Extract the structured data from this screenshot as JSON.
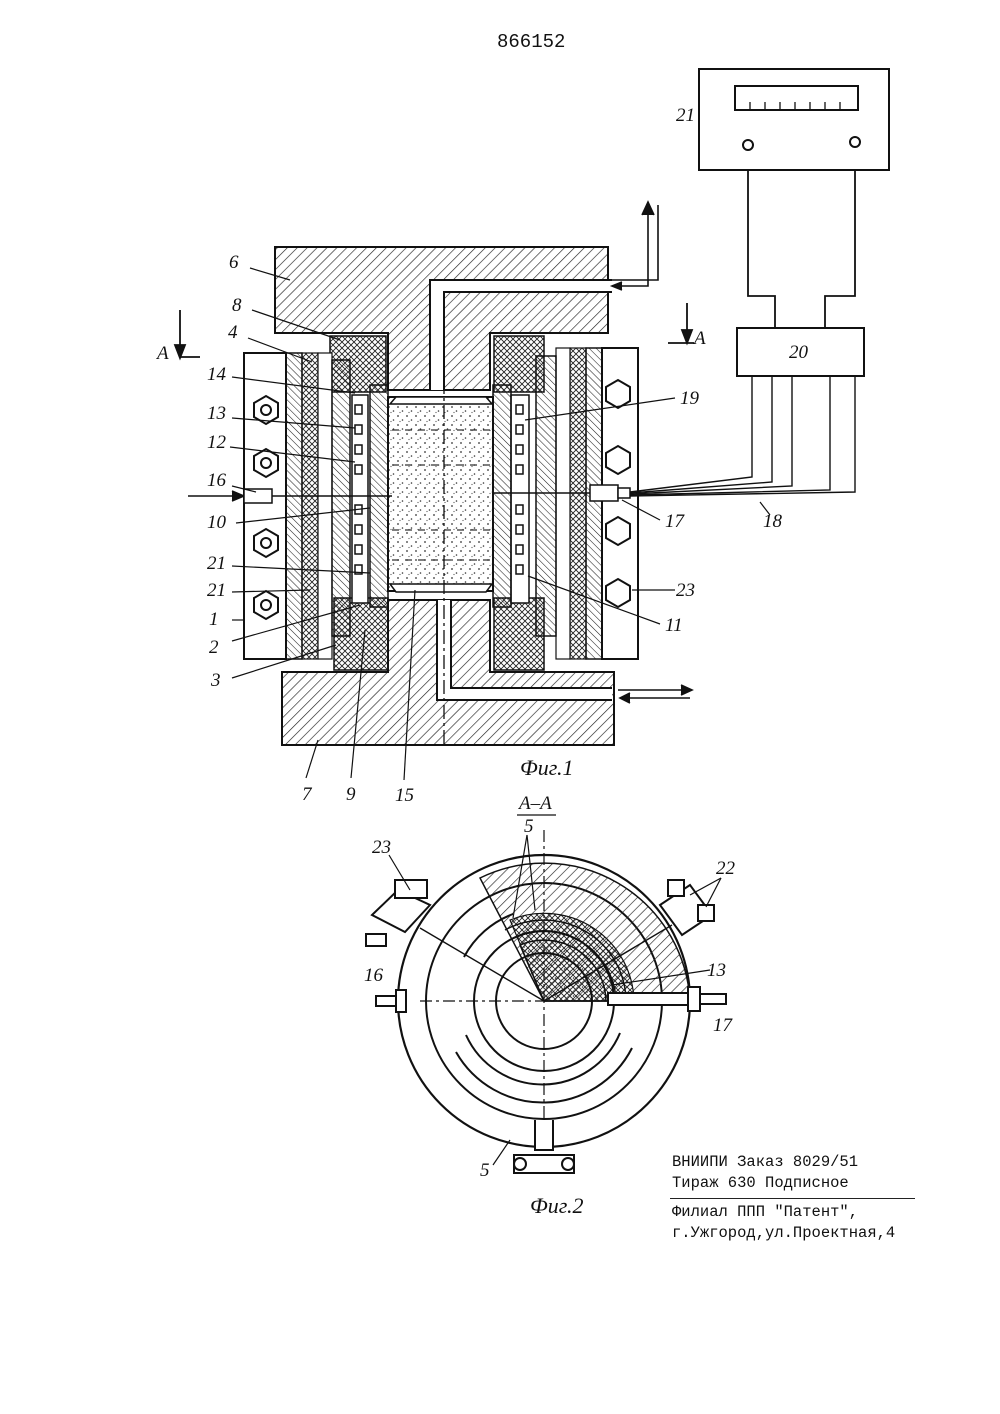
{
  "patent_number": "866152",
  "figures": {
    "fig1": {
      "caption": "Фиг.1",
      "section_marks": [
        "А",
        "А"
      ],
      "part_labels": {
        "p1": "1",
        "p2": "2",
        "p3": "3",
        "p4": "4",
        "p6": "6",
        "p7": "7",
        "p8": "8",
        "p9": "9",
        "p10": "10",
        "p11": "11",
        "p12": "12",
        "p13": "13",
        "p14": "14",
        "p15": "15",
        "p16": "16",
        "p17": "17",
        "p18": "18",
        "p19": "19",
        "p20": "20",
        "p21a": "21",
        "p21b": "21",
        "p21c": "21",
        "p23": "23"
      }
    },
    "fig2": {
      "caption": "Фиг.2",
      "section_title": "А–А",
      "part_labels": {
        "p5a": "5",
        "p5b": "5",
        "p13": "13",
        "p16": "16",
        "p17": "17",
        "p22": "22",
        "p23": "23"
      }
    }
  },
  "colophon": {
    "line1": "ВНИИПИ   Заказ 8029/51",
    "line2": "Тираж 630   Подписное",
    "line3": "Филиал ППП \"Патент\",",
    "line4": "г.Ужгород,ул.Проектная,4"
  }
}
